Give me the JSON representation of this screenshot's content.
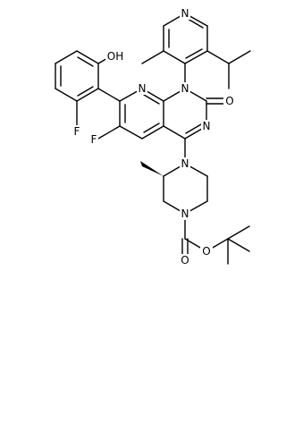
{
  "atoms": {
    "N_pyr": "N",
    "N1": "N",
    "O2": "O",
    "N3": "N",
    "N8": "N",
    "F6": "F",
    "F_ph": "F",
    "OH": "OH",
    "N_pip4": "N",
    "N_pip1": "N",
    "O_carb": "O",
    "O_ester": "O"
  },
  "colors": {
    "bond": "#000000",
    "label": "#000000",
    "background": "#ffffff"
  }
}
